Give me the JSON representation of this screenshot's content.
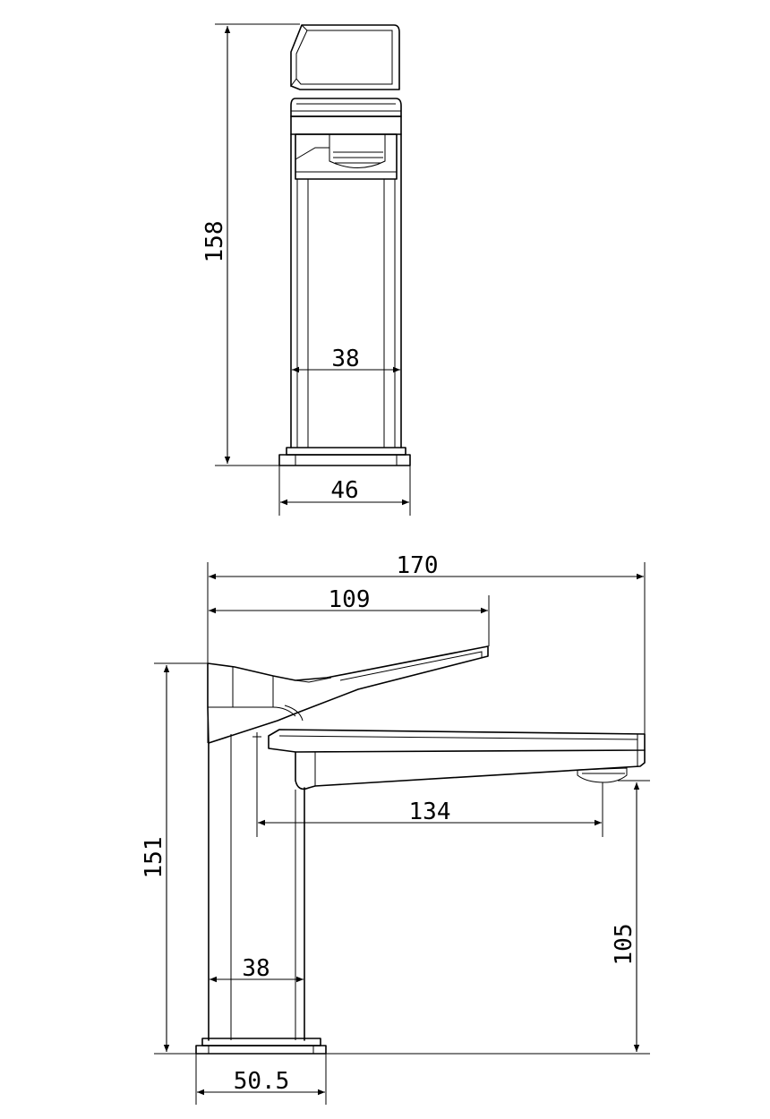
{
  "side_view": {
    "height_label": "158",
    "body_width_label": "38",
    "base_width_label": "46"
  },
  "front_view": {
    "overall_length_label": "170",
    "lever_length_label": "109",
    "overall_height_label": "151",
    "spout_reach_label": "134",
    "spout_height_label": "105",
    "body_width_label": "38",
    "base_width_label": "50.5"
  }
}
